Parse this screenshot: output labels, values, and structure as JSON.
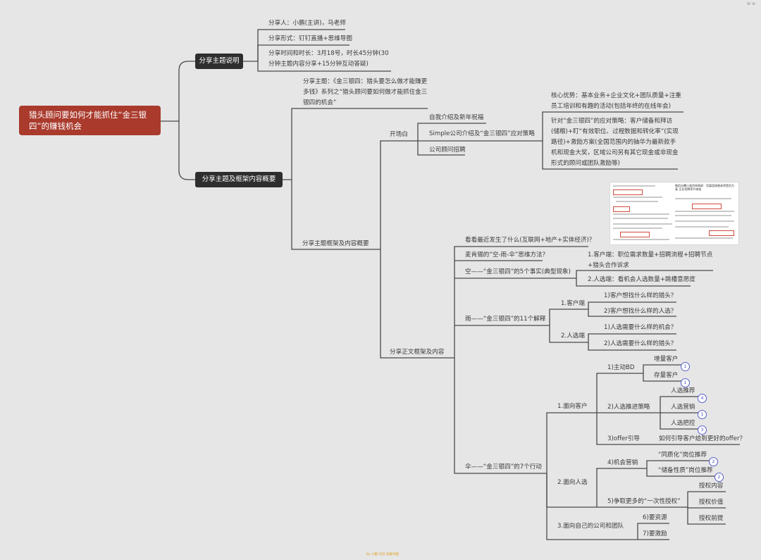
{
  "root": "猎头顾问要如何才能抓住“金三银四”的赚钱机会",
  "sharing_intro": {
    "label": "分享主题说明",
    "items": [
      "分享人：小鹏(主讲)，马老师",
      "分享形式：钉钉直播+思维导图",
      "分享时间和时长：3月18号，时长45分钟(30分钟主题内容分享+15分钟互动答疑)"
    ]
  },
  "framework": {
    "label": "分享主题及框架内容概要",
    "topic": "分享主题：《金三银四：猎头要怎么做才能赚更多钱》系列之“猎头顾问要如何做才能抓住金三银四的机会”",
    "overview": "分享主题框架及内容概要",
    "opening": {
      "label": "开场白",
      "items": [
        "自我介绍及新年祝福",
        "Simple公司介绍及“金三银四”应对策略",
        "公司顾问招聘"
      ],
      "advantage": "核心优势：基本业务+企业文化+团队质量+注重员工培训和有趣的活动(包括年终的在线年会)",
      "strategy": "针对“金三银四”的应对策略：客户储备和拜访(储粮)+盯“有效职位、过程数据和转化率”(实现路径)+激励方案(全国范围内的抽华为最新款手机和现金大奖，区域公司另有其它现金或非现金形式的顾问或团队激励等)"
    },
    "main": {
      "label": "分享正文框架及内容",
      "q1": "看看最近发生了什么(互联网+地产+实体经济)？",
      "q2": "麦肯锡的“空-雨-伞”思维方法？",
      "sky": {
        "label": "空——“金三银四”的5个事实(典型现象)",
        "items": [
          "1.客户端：职位需求数量+招聘流程+招聘节点+猎头合作诉求",
          "2.人选端：看机会人选数量+跳槽意愿度"
        ]
      },
      "rain": {
        "label": "雨——“金三银四”的11个解释",
        "client": {
          "label": "1.客户端",
          "items": [
            "1)客户想找什么样的猎头？",
            "2)客户想找什么样的人选？"
          ]
        },
        "candidate": {
          "label": "2.人选端",
          "items": [
            "1)人选需要什么样的机会？",
            "2)人选需要什么样的猎头？"
          ]
        }
      },
      "umbrella": {
        "label": "伞——“金三银四”的7个行动",
        "g1": {
          "label": "1.面向客户",
          "bd": {
            "label": "1)主动BD",
            "items": [
              "增量客户",
              "存量客户"
            ],
            "badges": [
              "1",
              "1"
            ]
          },
          "push": {
            "label": "2)人选推进策略",
            "items": [
              "人选推荐",
              "人选营销",
              "人选把控"
            ],
            "badges": [
              "4",
              "1",
              "3"
            ]
          },
          "offer": {
            "label": "3)offer引导",
            "item": "如何引导客户给到更好的offer？"
          }
        },
        "g2": {
          "label": "2.面向人选",
          "mkt": {
            "label": "4)机会营销",
            "items": [
              "“同质化”岗位推荐",
              "“储备性质”岗位推荐"
            ],
            "badges": [
              "2",
              "2"
            ]
          },
          "auth": {
            "label": "5)争取更多的“一次性授权”",
            "items": [
              "授权内容",
              "授权价值",
              "授权前提"
            ]
          }
        },
        "g3": {
          "label": "3.面向自己的公司和团队",
          "items": [
            "6)要资源",
            "7)要激励"
          ]
        }
      }
    }
  },
  "screenshot": {
    "caption": "微信自曝小道消息刷屏：官媒澄清普老师是否为真 企业招聘季节来临"
  },
  "footer": "By 小鹏 日日 思维导图",
  "corner": "⊞ ⊕"
}
